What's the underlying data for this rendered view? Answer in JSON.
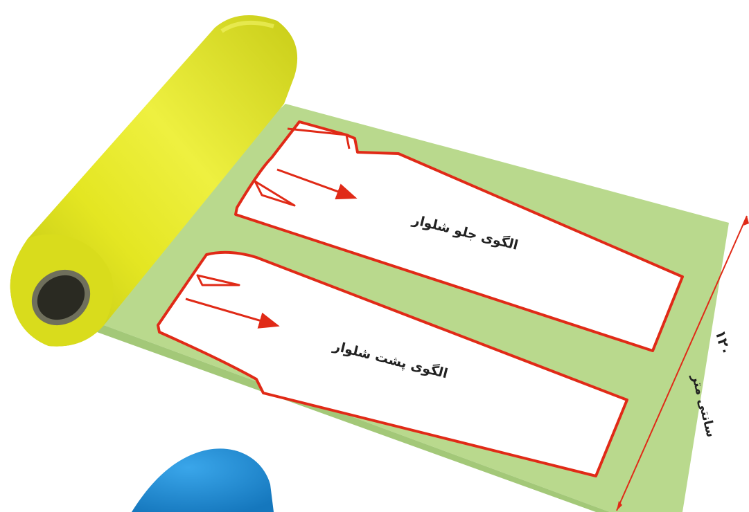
{
  "labels": {
    "front_pattern": "الگوی جلو شلوار",
    "back_pattern": "الگوی پشت شلوار",
    "width_value": "۱۲۰",
    "width_unit": "سانتی متر"
  },
  "colors": {
    "fabric": "#b9d98d",
    "fabric_edge": "#a3c878",
    "roll": "#e4e622",
    "roll_dark": "#b5bb10",
    "pattern_line": "#e02a17",
    "pattern_fill": "#ffffff",
    "second_roll": "#1e8fd6"
  }
}
